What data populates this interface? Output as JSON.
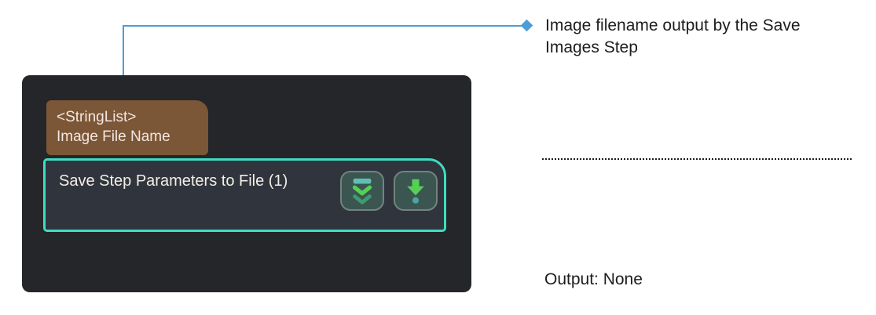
{
  "annotations": {
    "callout_text": "Image filename output by the Save Images Step",
    "output_text": "Output: None"
  },
  "node_panel": {
    "port_label": {
      "type": "<StringList>",
      "name": "Image File Name"
    },
    "step": {
      "title": "Save Step Parameters to File (1)",
      "buttons": [
        {
          "name": "collapse-parameters",
          "icon": "double-chevron-down-with-bar-icon"
        },
        {
          "name": "output-port",
          "icon": "arrow-down-to-dot-icon"
        }
      ]
    }
  },
  "colors": {
    "panel_bg": "#242629",
    "node_bg": "#30353d",
    "node_border": "#3eddc2",
    "node_text": "#f3eee6",
    "port_bg": "#7b5737",
    "port_text": "#f2e7e1",
    "btn_bg": "#3b5551",
    "btn_border": "#74837f",
    "icon_teal": "#5ec0b2",
    "icon_green_bright": "#55d055",
    "icon_green_dim": "#3f9a6e",
    "icon_dot_teal": "#4ba4a0",
    "connector": "#4d9cd8"
  }
}
